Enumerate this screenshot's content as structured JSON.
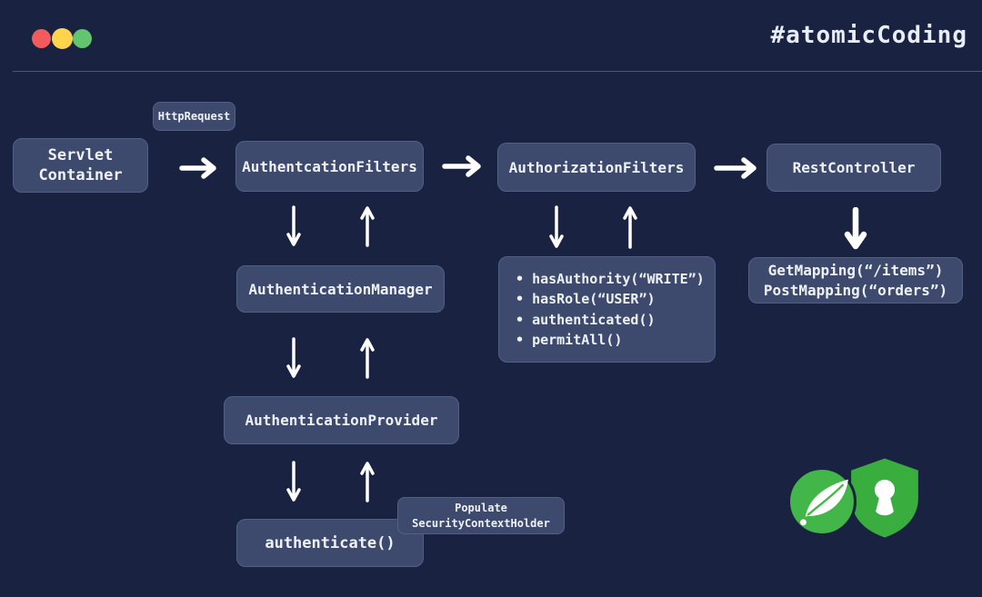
{
  "colors": {
    "background": "#1a2242",
    "node_fill": "#3e4a6d",
    "node_border": "#545f86",
    "text": "#eef2f8",
    "arrow": "#ffffff",
    "traffic_red": "#f15b5b",
    "traffic_yellow": "#fdd44c",
    "traffic_green": "#63c56f",
    "spring_green": "#43b649",
    "shield_green": "#3aad3f"
  },
  "header": {
    "title": "#atomicCoding"
  },
  "diagram": {
    "servlet_container": {
      "lines": [
        "Servlet",
        "Container"
      ]
    },
    "http_request_label": "HttpRequest",
    "authentication_filters": "AuthentcationFilters",
    "authorization_filters": "AuthorizationFilters",
    "rest_controller": "RestController",
    "authentication_manager": "AuthenticationManager",
    "authorization_expressions": {
      "items": [
        "hasAuthority(“WRITE”)",
        "hasRole(“USER”)",
        "authenticated()",
        "permitAll()"
      ]
    },
    "mappings": {
      "lines": [
        "GetMapping(“/items”)",
        "PostMapping(“orders”)"
      ]
    },
    "authentication_provider": "AuthenticationProvider",
    "authenticate_method": "authenticate()",
    "populate_label": {
      "lines": [
        "Populate",
        "SecurityContextHolder"
      ]
    },
    "icons": [
      "spring-leaf-icon",
      "security-shield-icon"
    ]
  }
}
